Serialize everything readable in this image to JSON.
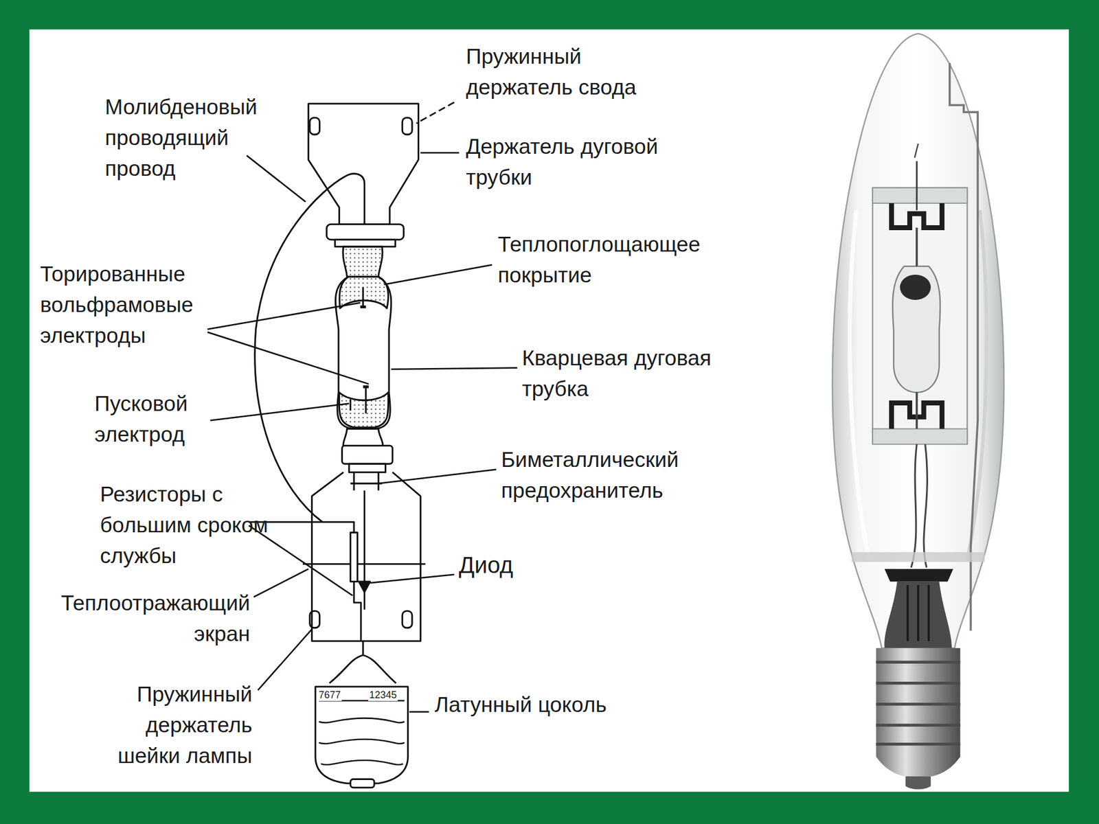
{
  "diagram": {
    "labels": [
      "Пружинный держатель свода",
      "Молибденовый проводящий провод",
      "Держатель дуговой трубки",
      "Теплопоглощающее покрытие",
      "Торированные вольфрамовые электроды",
      "Кварцевая дуговая трубка",
      "Пусковой электрод",
      "Биметаллический предохранитель",
      "Резисторы с большим сроком службы",
      "Диод",
      "Теплоотражающий экран",
      "Пружинный держатель шейки лампы",
      "Латунный цоколь",
      "7677",
      "12345"
    ]
  }
}
